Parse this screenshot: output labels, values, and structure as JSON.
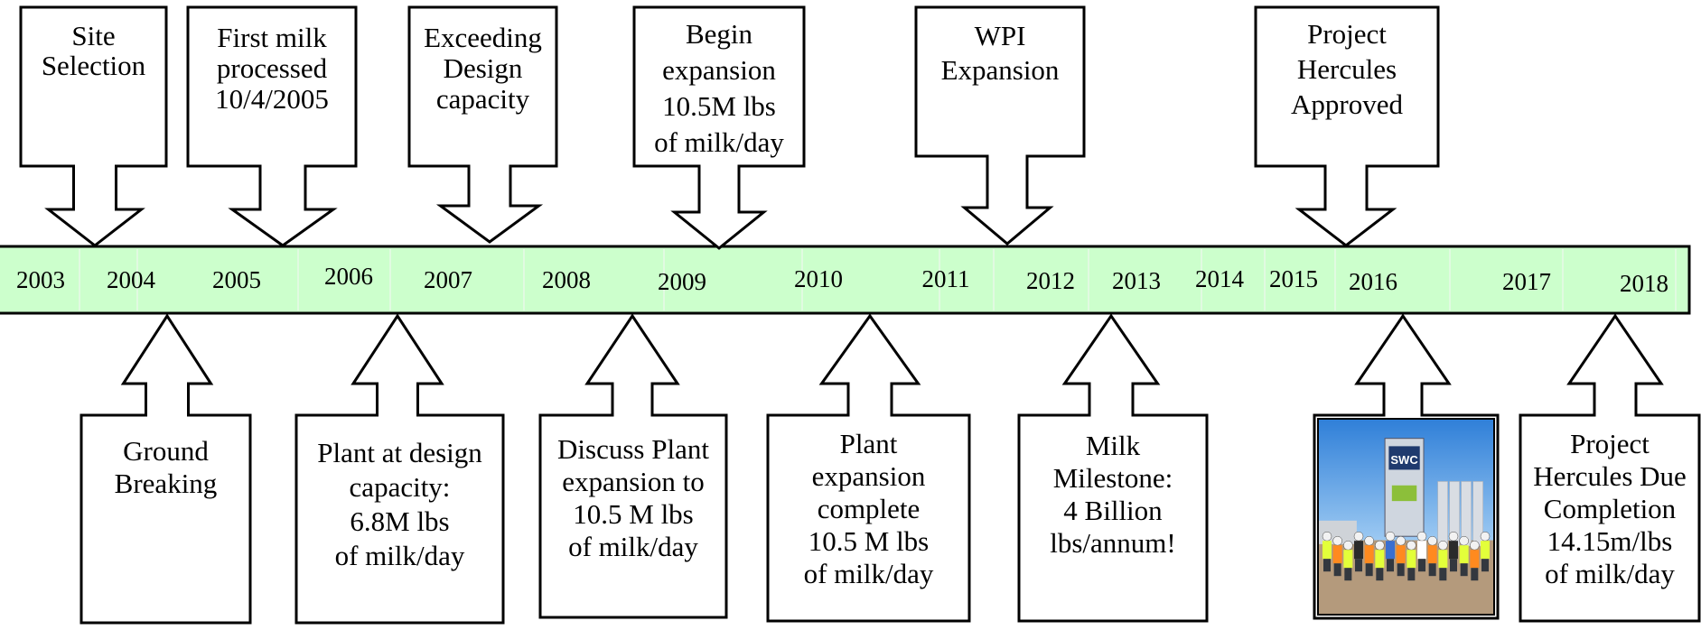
{
  "colors": {
    "band_fill": "#ccffcc",
    "band_stroke": "#000000",
    "text": "#000000",
    "highlight": "#ff0000"
  },
  "years": [
    "2003",
    "2004",
    "2005",
    "2006",
    "2007",
    "2008",
    "2009",
    "2010",
    "2011",
    "2012",
    "2013",
    "2014",
    "2015",
    "2016",
    "2017",
    "2018"
  ],
  "events_top": [
    {
      "lines": [
        {
          "text": "Site"
        },
        {
          "text": "Selection"
        }
      ]
    },
    {
      "lines": [
        {
          "text": "First milk"
        },
        {
          "text": "processed"
        },
        {
          "text": "10/4/2005"
        }
      ]
    },
    {
      "lines": [
        {
          "text": "Exceeding"
        },
        {
          "text": "Design"
        },
        {
          "text": "capacity"
        }
      ]
    },
    {
      "lines": [
        {
          "text": "Begin"
        },
        {
          "text": "expansion"
        },
        {
          "text": "10.5M lbs",
          "highlight": true
        },
        {
          "text": "of milk/day"
        }
      ]
    },
    {
      "lines": [
        {
          "text": "WPI"
        },
        {
          "text": "Expansion"
        }
      ]
    },
    {
      "lines": [
        {
          "text": "Project"
        },
        {
          "text": "Hercules"
        },
        {
          "text": "Approved"
        }
      ]
    }
  ],
  "events_bottom": [
    {
      "lines": [
        {
          "text": "Ground"
        },
        {
          "text": "Breaking"
        }
      ]
    },
    {
      "lines": [
        {
          "text": "Plant at design"
        },
        {
          "text": "capacity:"
        },
        {
          "text": "6.8M lbs",
          "highlight": true
        },
        {
          "text": "of milk/day"
        }
      ]
    },
    {
      "lines": [
        {
          "text": "Discuss Plant"
        },
        {
          "text": "expansion to"
        },
        {
          "text": "10.5 M lbs",
          "highlight": true
        },
        {
          "text": "of milk/day"
        }
      ]
    },
    {
      "lines": [
        {
          "text": "Plant"
        },
        {
          "text": "expansion"
        },
        {
          "text": "complete"
        },
        {
          "text": "10.5 M lbs",
          "highlight": true
        },
        {
          "text": "of milk/day"
        }
      ]
    },
    {
      "lines": [
        {
          "text": "Milk"
        },
        {
          "text": "Milestone:"
        },
        {
          "text": "4 Billion",
          "highlight": true
        },
        {
          "text": "lbs/annum!"
        }
      ]
    },
    {
      "lines": [],
      "photo": true,
      "photo_sign": "SWC"
    },
    {
      "lines": [
        {
          "text": "Project"
        },
        {
          "text": "Hercules Due"
        },
        {
          "text": "Completion"
        },
        {
          "text": "14.15m/lbs",
          "highlight": true
        },
        {
          "text": "of milk/day"
        }
      ]
    }
  ]
}
